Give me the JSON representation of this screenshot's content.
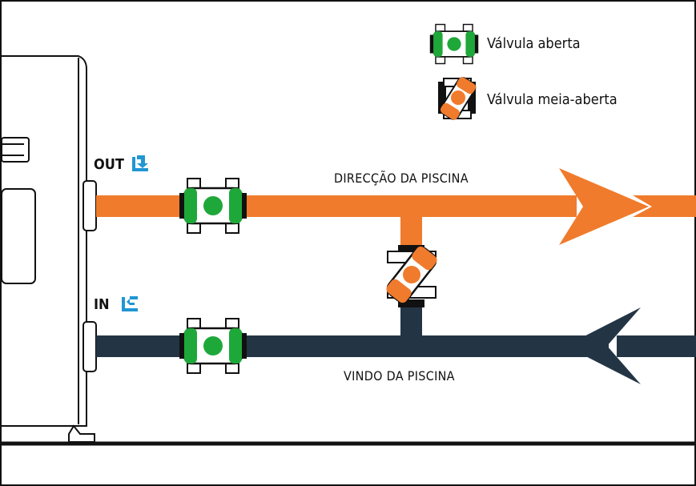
{
  "legend": {
    "open_valve_label": "Válvula aberta",
    "half_open_valve_label": "Válvula meia-aberta"
  },
  "ports": {
    "out_label": "OUT",
    "in_label": "IN"
  },
  "flows": {
    "to_pool_label": "DIRECÇÃO DA PISCINA",
    "from_pool_label": "VINDO DA PISCINA"
  },
  "colors": {
    "outlet_pipe": "#f07b2c",
    "inlet_pipe": "#233545",
    "valve_open": "#1fa83a",
    "valve_half_open": "#f07b2c",
    "arrow_icon": "#2196d3"
  }
}
